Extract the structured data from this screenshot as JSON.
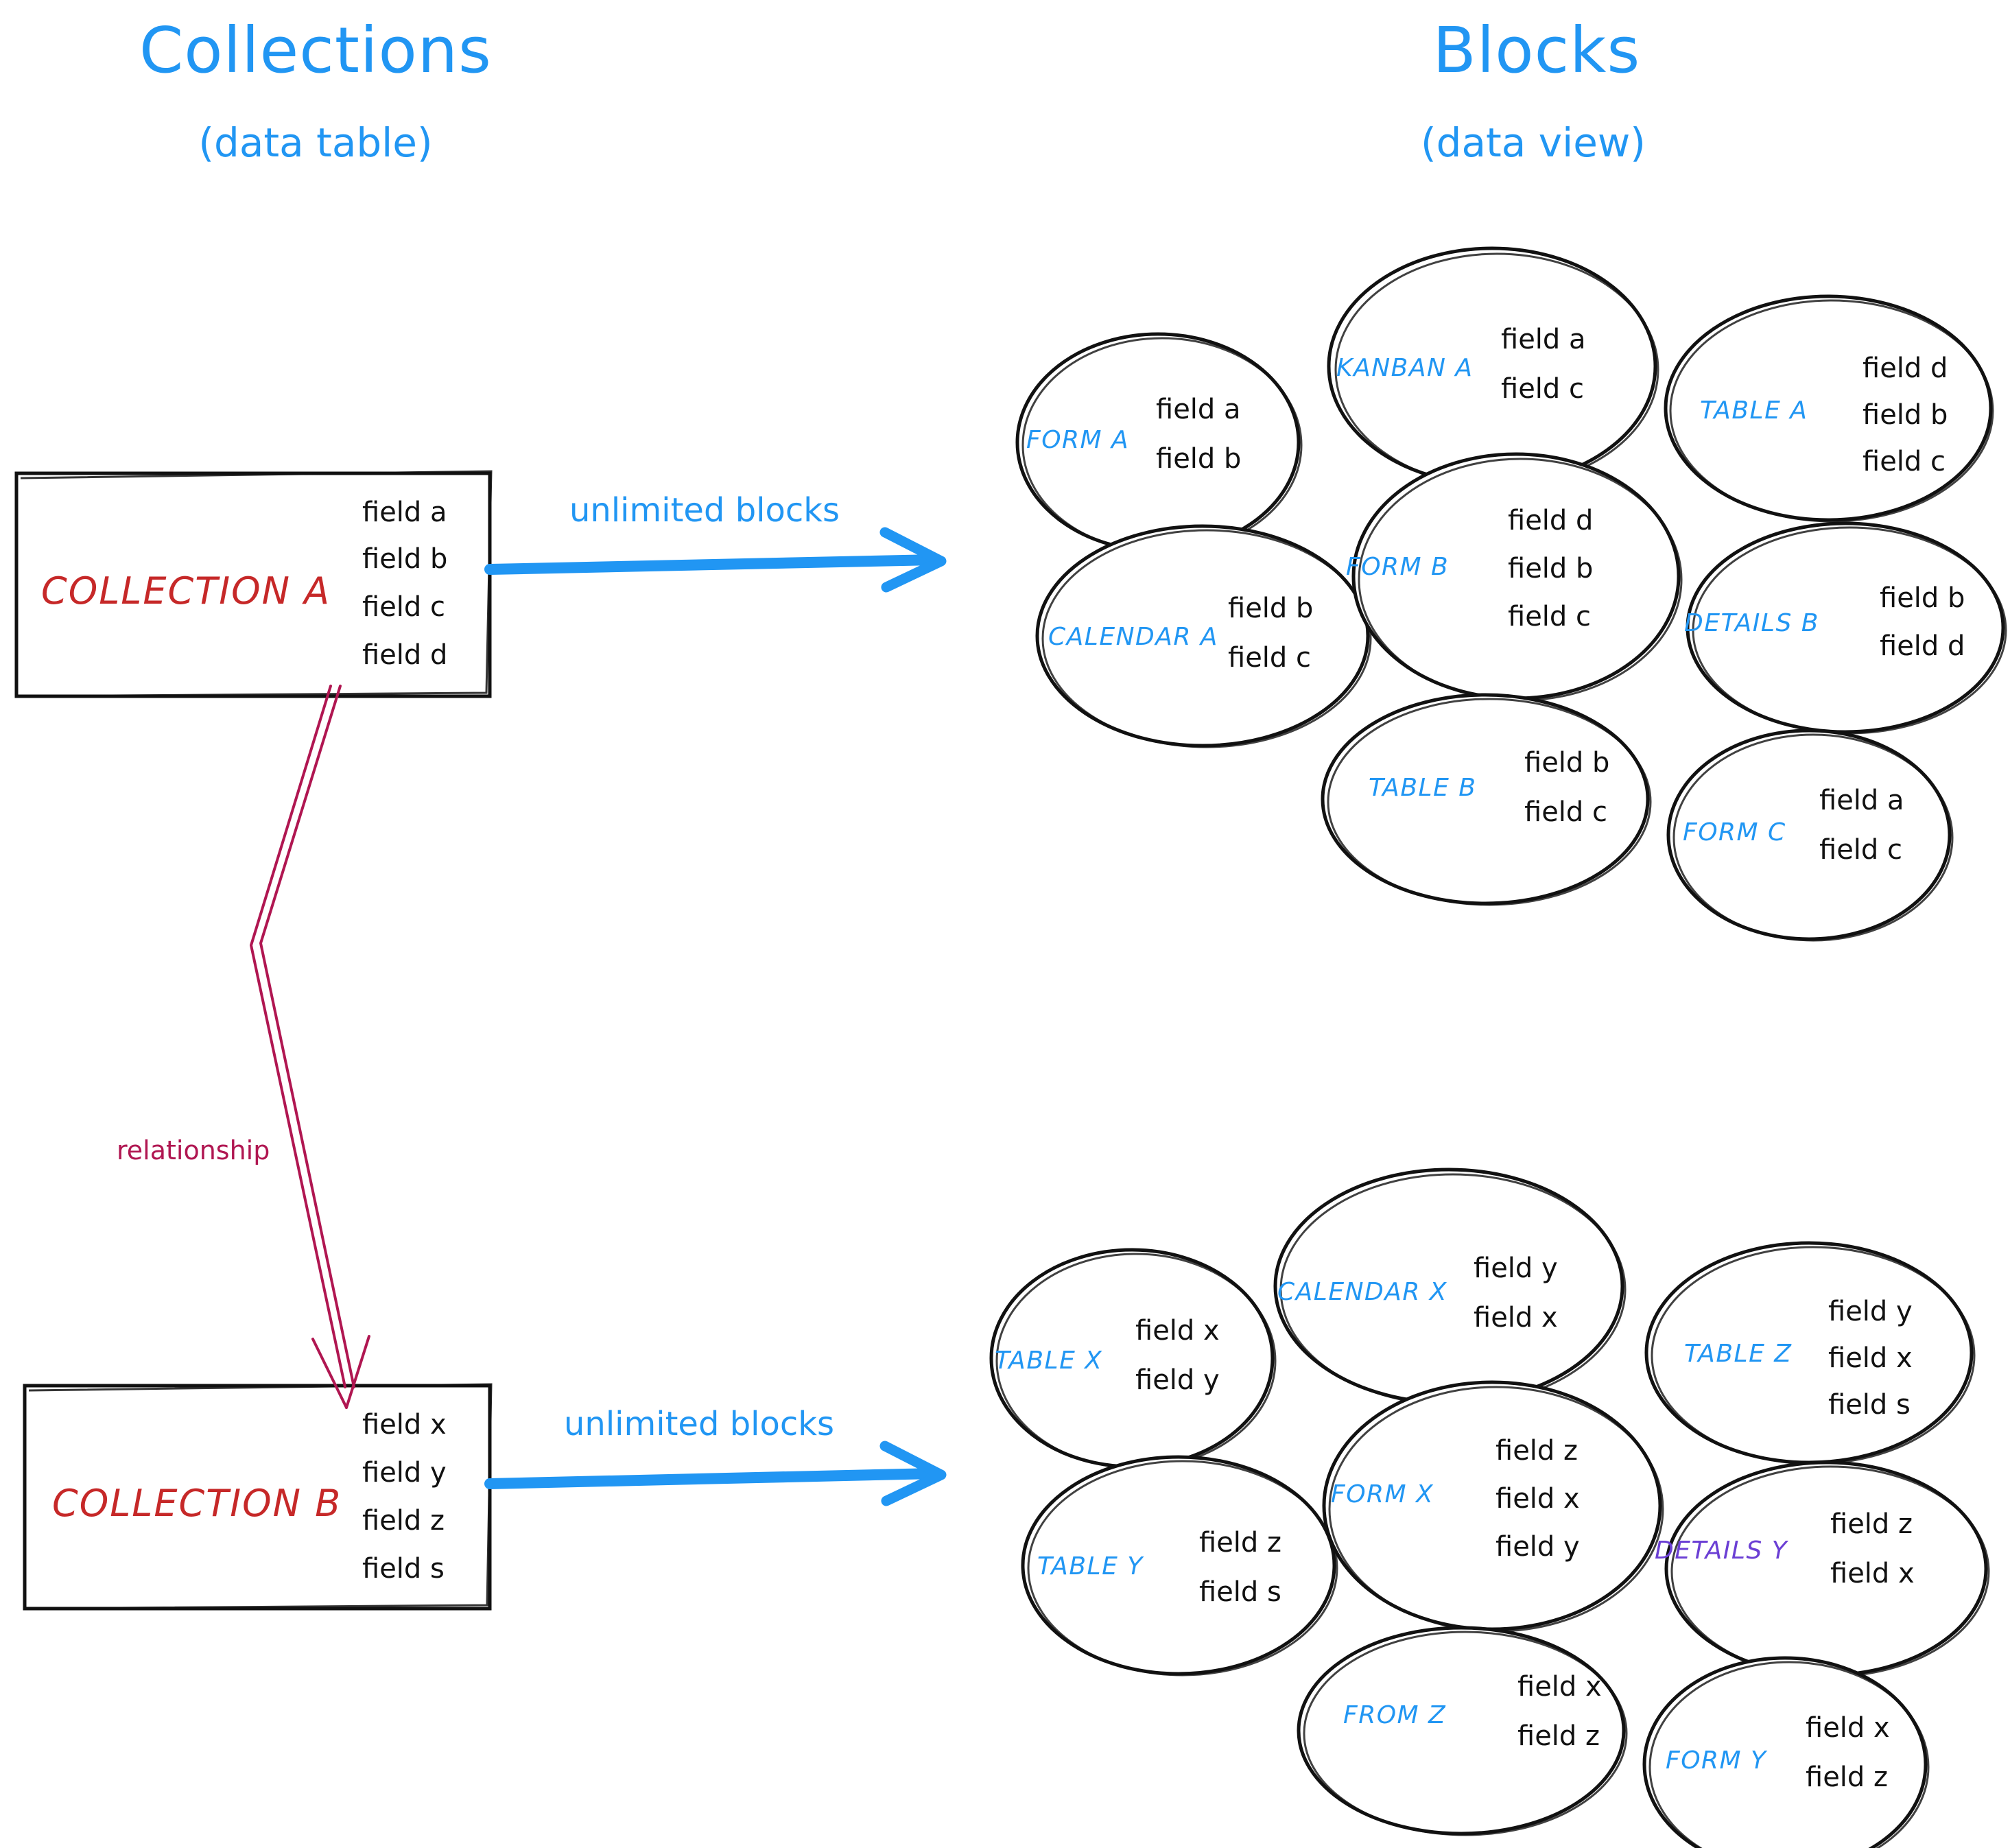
{
  "headings": {
    "left": {
      "title": "Collections",
      "subtitle": "(data table)"
    },
    "right": {
      "title": "Blocks",
      "subtitle": "(data view)"
    }
  },
  "colors": {
    "accent_blue": "#2196f3",
    "collection_red": "#c62828",
    "relationship_crimson": "#b01651",
    "details_purple": "#6b3fd4",
    "ink_black": "#111111",
    "background": "#ffffff"
  },
  "collections": [
    {
      "name": "COLLECTION A",
      "fields": [
        "field a",
        "field b",
        "field c",
        "field d"
      ],
      "arrow_label": "unlimited blocks"
    },
    {
      "name": "COLLECTION B",
      "fields": [
        "field x",
        "field y",
        "field z",
        "field s"
      ],
      "arrow_label": "unlimited blocks"
    }
  ],
  "relationship": {
    "label": "relationship"
  },
  "block_groups": [
    {
      "for_collection": "COLLECTION A",
      "blocks": [
        {
          "name": "FORM A",
          "fields": [
            "field a",
            "field b"
          ],
          "color": "blue"
        },
        {
          "name": "KANBAN A",
          "fields": [
            "field a",
            "field c"
          ],
          "color": "blue"
        },
        {
          "name": "TABLE A",
          "fields": [
            "field d",
            "field b",
            "field c"
          ],
          "color": "blue"
        },
        {
          "name": "CALENDAR A",
          "fields": [
            "field b",
            "field c"
          ],
          "color": "blue"
        },
        {
          "name": "FORM B",
          "fields": [
            "field d",
            "field b",
            "field c"
          ],
          "color": "blue"
        },
        {
          "name": "DETAILS B",
          "fields": [
            "field b",
            "field d"
          ],
          "color": "blue"
        },
        {
          "name": "TABLE B",
          "fields": [
            "field b",
            "field c"
          ],
          "color": "blue"
        },
        {
          "name": "FORM C",
          "fields": [
            "field a",
            "field c"
          ],
          "color": "blue"
        }
      ]
    },
    {
      "for_collection": "COLLECTION B",
      "blocks": [
        {
          "name": "TABLE X",
          "fields": [
            "field x",
            "field y"
          ],
          "color": "blue"
        },
        {
          "name": "CALENDAR X",
          "fields": [
            "field y",
            "field x"
          ],
          "color": "blue"
        },
        {
          "name": "TABLE Z",
          "fields": [
            "field y",
            "field x",
            "field s"
          ],
          "color": "blue"
        },
        {
          "name": "TABLE Y",
          "fields": [
            "field z",
            "field s"
          ],
          "color": "blue"
        },
        {
          "name": "FORM X",
          "fields": [
            "field z",
            "field x",
            "field y"
          ],
          "color": "blue"
        },
        {
          "name": "DETAILS Y",
          "fields": [
            "field z",
            "field x"
          ],
          "color": "purple"
        },
        {
          "name": "FROM Z",
          "fields": [
            "field x",
            "field z"
          ],
          "color": "blue"
        },
        {
          "name": "FORM Y",
          "fields": [
            "field x",
            "field z"
          ],
          "color": "blue"
        }
      ]
    }
  ]
}
